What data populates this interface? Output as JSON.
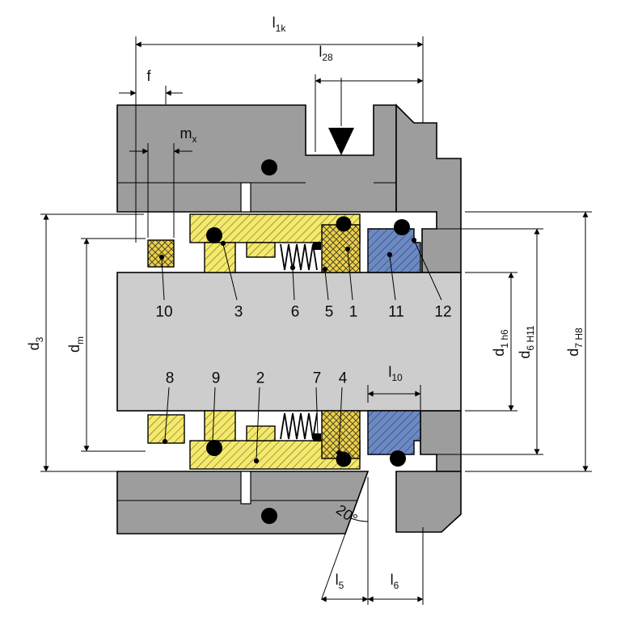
{
  "dims": {
    "l1k": {
      "main": "l",
      "sub": "1k"
    },
    "l28": {
      "main": "l",
      "sub": "28"
    },
    "f": {
      "main": "f",
      "sub": ""
    },
    "mx": {
      "main": "m",
      "sub": "x"
    },
    "d3": {
      "main": "d",
      "sub": "3"
    },
    "dm": {
      "main": "d",
      "sub": "m"
    },
    "d1h6": {
      "main": "d",
      "sub": "1 h6"
    },
    "d6H11": {
      "main": "d",
      "sub": "6 H11"
    },
    "d7H8": {
      "main": "d",
      "sub": "7 H8"
    },
    "l10": {
      "main": "l",
      "sub": "10"
    },
    "l5": {
      "main": "l",
      "sub": "5"
    },
    "l6": {
      "main": "l",
      "sub": "6"
    },
    "angle": "20°"
  },
  "parts": {
    "top_row": [
      "10",
      "3",
      "6",
      "5",
      "1",
      "11",
      "12"
    ],
    "bottom_row": [
      "8",
      "9",
      "2",
      "7",
      "4"
    ]
  },
  "colors": {
    "housing_gray": "#9d9d9d",
    "shaft_gray": "#cdcdcd",
    "seal_yellow": "#f5e96b",
    "face_yellow": "#efd04e",
    "seat_blue": "#6d89c2",
    "line_black": "#000000"
  }
}
